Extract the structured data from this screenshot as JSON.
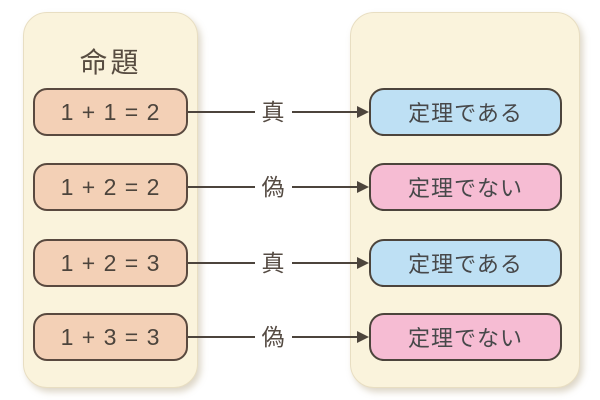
{
  "diagram": {
    "left_panel": {
      "title": "命題"
    },
    "rows": [
      {
        "proposition": "1 + 1 = 2",
        "truth_label": "真",
        "result": "定理である"
      },
      {
        "proposition": "1 + 2 = 2",
        "truth_label": "偽",
        "result": "定理でない"
      },
      {
        "proposition": "1 + 2 = 3",
        "truth_label": "真",
        "result": "定理である"
      },
      {
        "proposition": "1 + 3 = 3",
        "truth_label": "偽",
        "result": "定理でない"
      }
    ],
    "colors": {
      "panel_bg": "#faf3dc",
      "panel_border": "#e8dec2",
      "proposition_fill": "#f3d0b6",
      "theorem_fill": "#bee0f4",
      "not_theorem_fill": "#f6bcd3",
      "stroke": "#4c443c",
      "text": "#4c443c"
    }
  }
}
